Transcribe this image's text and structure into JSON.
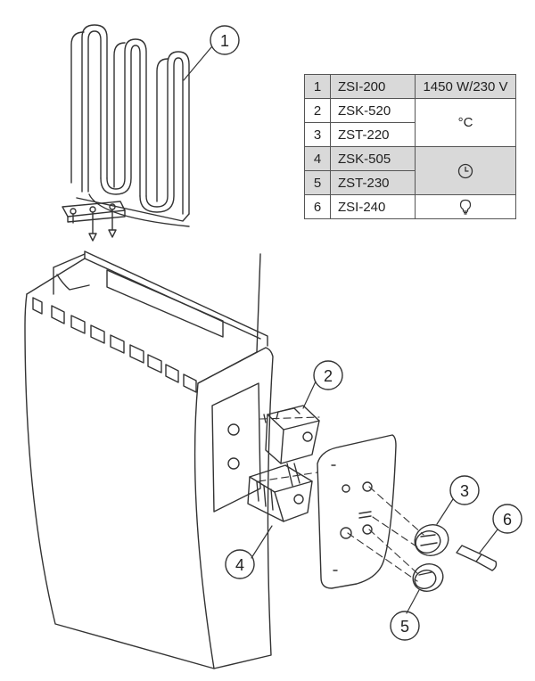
{
  "parts_table": {
    "rows": [
      {
        "num": "1",
        "code": "ZSI-200",
        "spec": "1450 W/230 V",
        "shaded": true
      },
      {
        "num": "2",
        "code": "ZSK-520",
        "spec": "°C",
        "shaded": false
      },
      {
        "num": "3",
        "code": "ZST-220",
        "spec": "",
        "shaded": false
      },
      {
        "num": "4",
        "code": "ZSK-505",
        "spec": "clock-icon",
        "shaded": true
      },
      {
        "num": "5",
        "code": "ZST-230",
        "spec": "",
        "shaded": true
      },
      {
        "num": "6",
        "code": "ZSI-240",
        "spec": "lightbulb-icon",
        "shaded": false
      }
    ]
  },
  "callouts": [
    "1",
    "2",
    "3",
    "4",
    "5",
    "6"
  ],
  "colors": {
    "line": "#333333",
    "shade": "#d9d9d9",
    "background": "#ffffff"
  }
}
